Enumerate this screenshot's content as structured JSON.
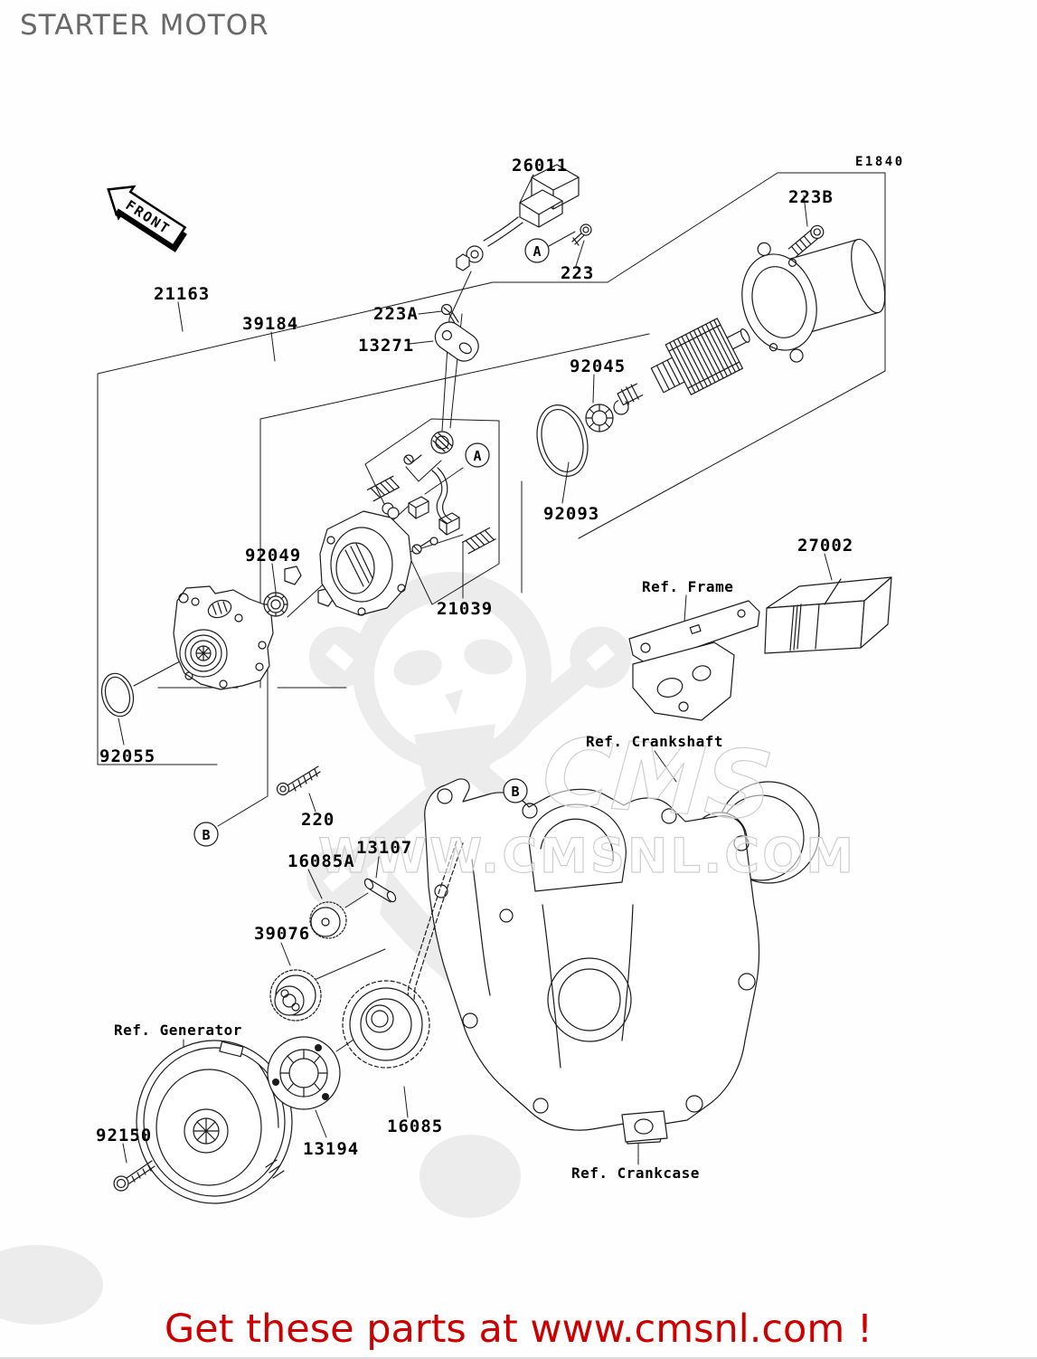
{
  "page": {
    "title": "STARTER MOTOR",
    "diagram_code": "E1840",
    "footer": "Get these parts at www.cmsnl.com !"
  },
  "watermark": {
    "logo_text": "CMS",
    "site_text": "WWW.CMSNL.COM"
  },
  "front_arrow": {
    "label": "FRONT"
  },
  "callouts": {
    "a": "A",
    "b": "B"
  },
  "parts": [
    {
      "num": "26011"
    },
    {
      "num": "223"
    },
    {
      "num": "223A"
    },
    {
      "num": "223B"
    },
    {
      "num": "13271"
    },
    {
      "num": "21163"
    },
    {
      "num": "39184"
    },
    {
      "num": "92045"
    },
    {
      "num": "92093"
    },
    {
      "num": "92049"
    },
    {
      "num": "21039"
    },
    {
      "num": "27002"
    },
    {
      "num": "92055"
    },
    {
      "num": "220"
    },
    {
      "num": "13107"
    },
    {
      "num": "16085A"
    },
    {
      "num": "39076"
    },
    {
      "num": "16085"
    },
    {
      "num": "13194"
    },
    {
      "num": "92150"
    }
  ],
  "refs": [
    {
      "label": "Ref. Frame"
    },
    {
      "label": "Ref. Crankshaft"
    },
    {
      "label": "Ref. Generator"
    },
    {
      "label": "Ref. Crankcase"
    }
  ],
  "colors": {
    "line": "#1a1a1a",
    "title_gray": "#686868",
    "footer_red": "#cc0000",
    "watermark_gray": "#ececec",
    "background": "#fefefe"
  }
}
